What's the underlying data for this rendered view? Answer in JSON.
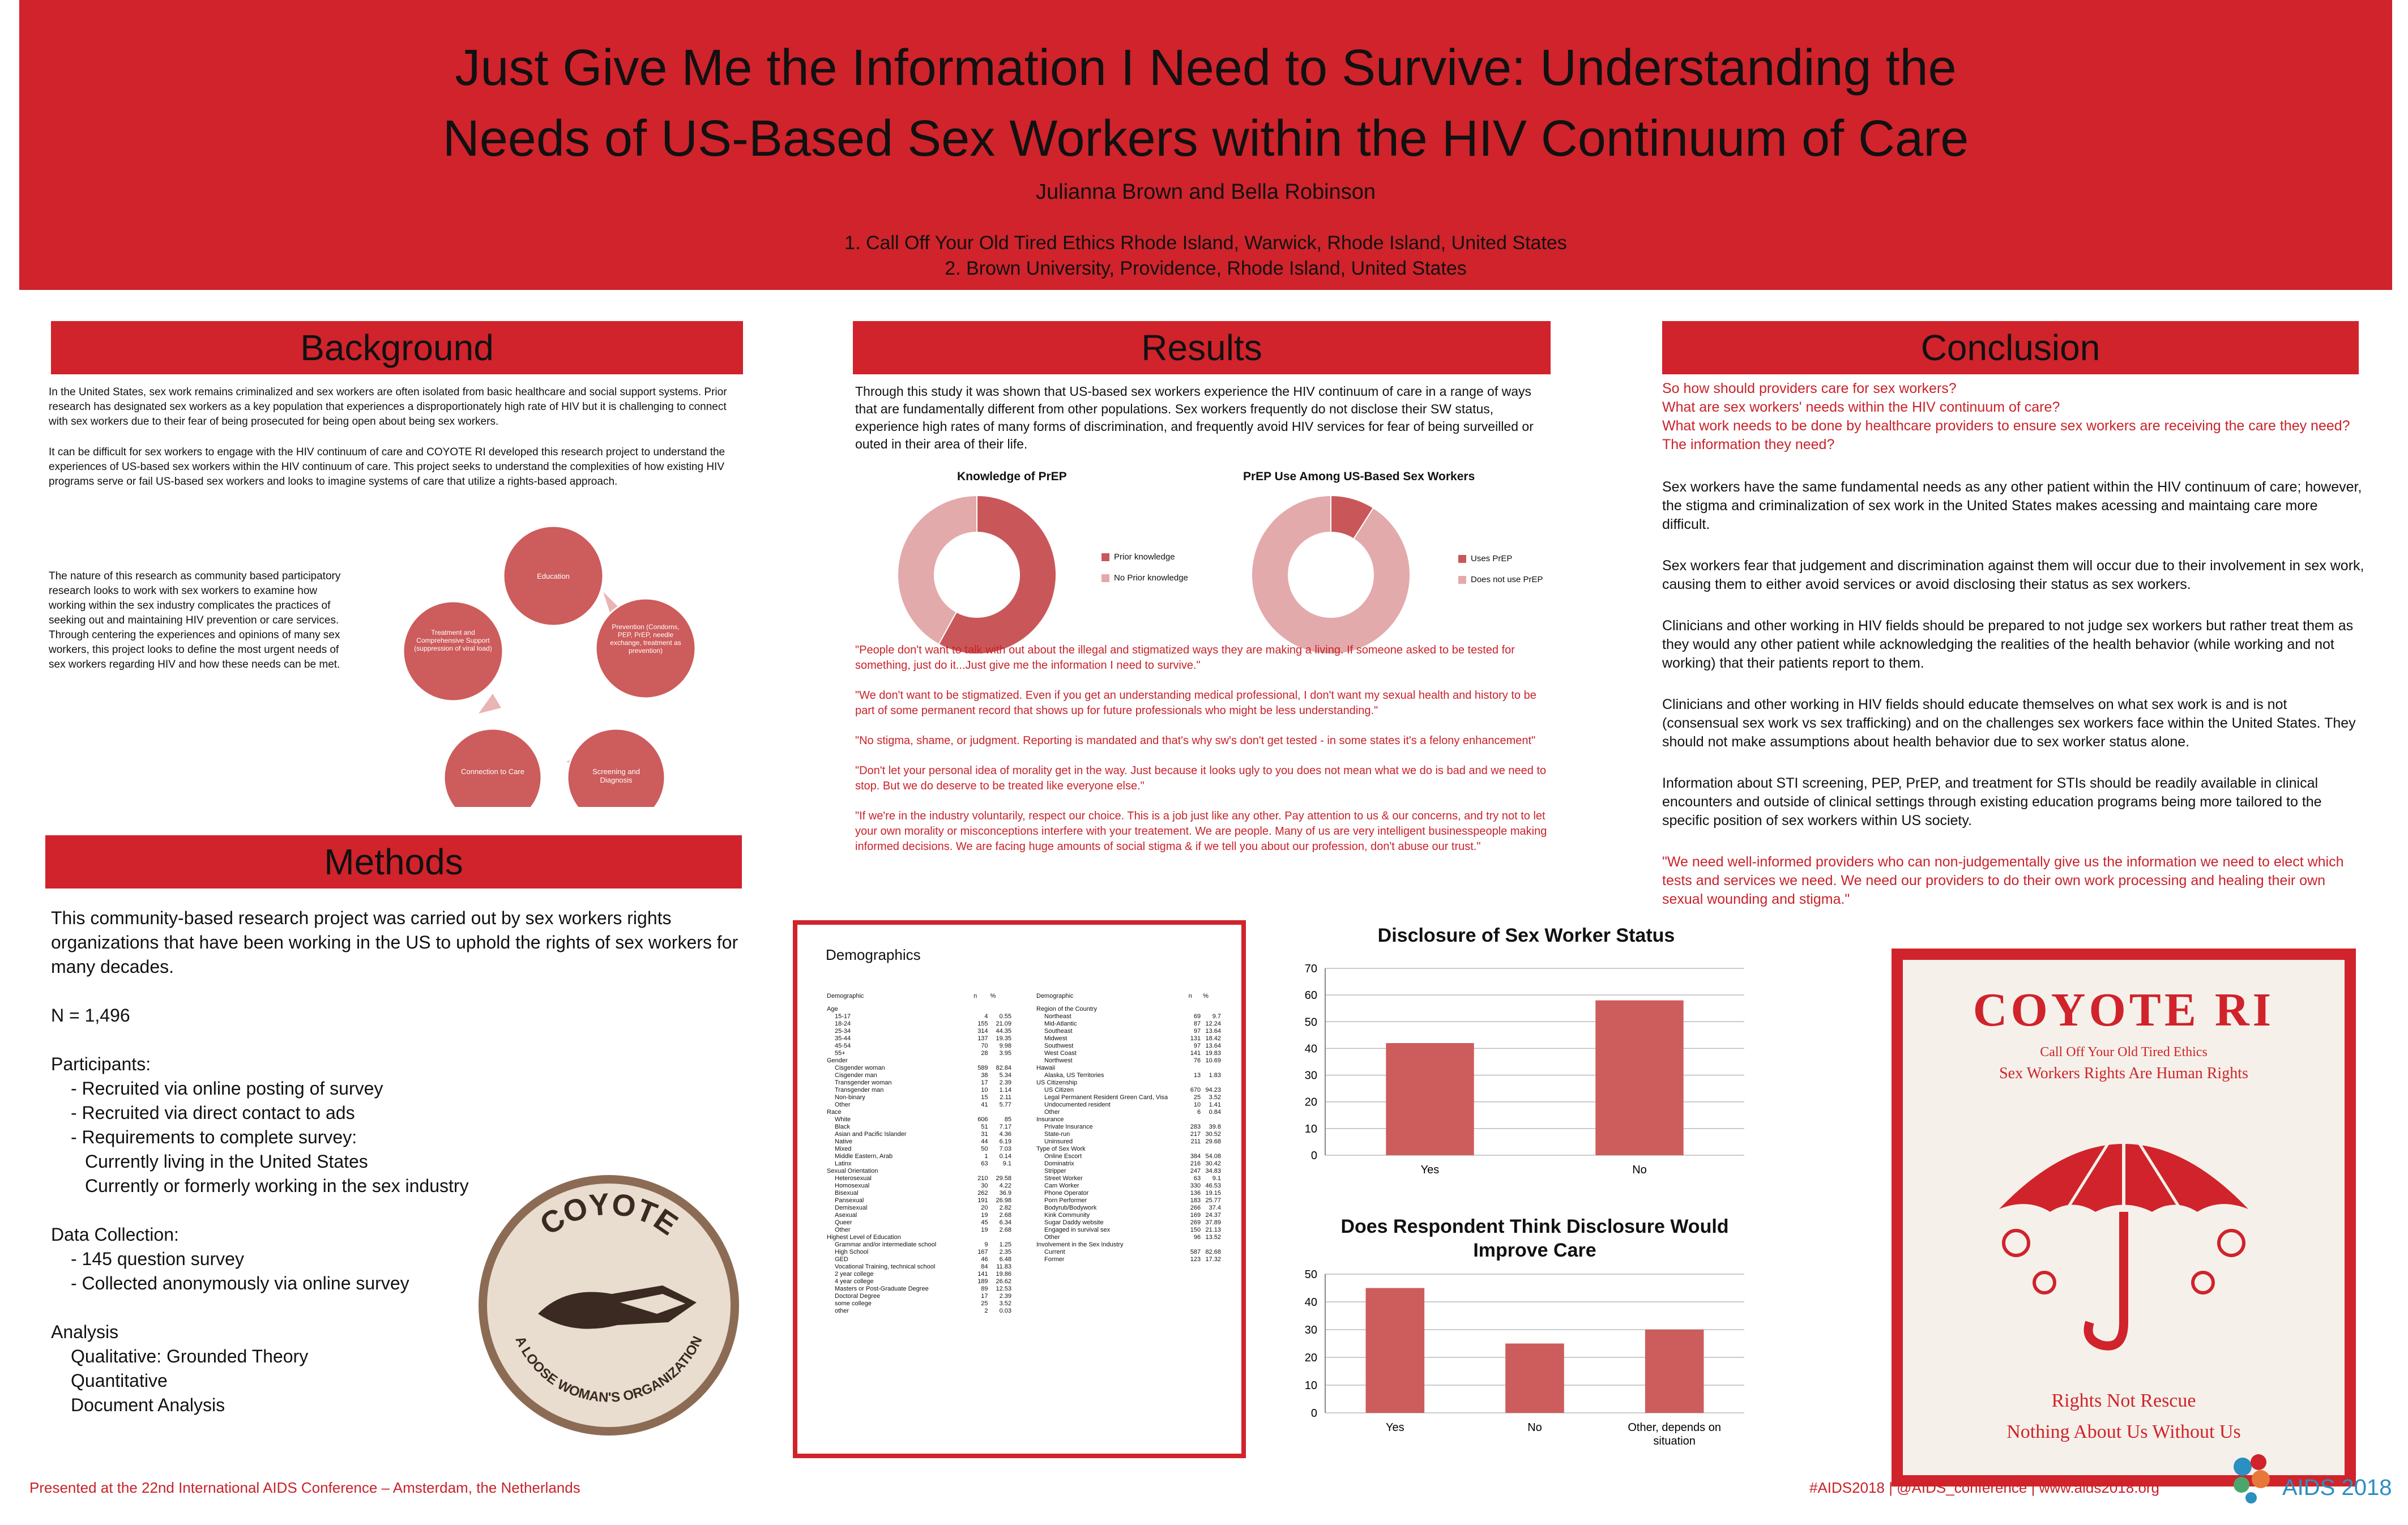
{
  "header": {
    "title_line1": "Just Give Me the Information I Need to Survive: Understanding the",
    "title_line2": "Needs of US-Based Sex Workers within the HIV Continuum of Care",
    "authors": "Julianna Brown and Bella Robinson",
    "affiliation1": "1. Call Off Your Old Tired Ethics Rhode Island, Warwick, Rhode Island, United States",
    "affiliation2": "2. Brown University, Providence, Rhode Island, United States"
  },
  "background": {
    "heading": "Background",
    "p1": "In the United States, sex work remains criminalized and sex workers are often isolated from basic healthcare and social support systems. Prior research has designated sex workers as a key population that experiences a disproportionately high rate of HIV but it is challenging to connect with sex workers due to their fear of being prosecuted for being open about being sex workers.",
    "p2": "It can be difficult for sex workers to engage with the HIV continuum of care and COYOTE RI developed this research project to understand the experiences of US-based sex workers within the HIV continuum of care. This project seeks to understand the complexities of how existing HIV programs serve or fail US-based sex workers and looks to imagine systems of care that utilize a rights-based approach.",
    "p3": "The nature of this research as community based participatory research looks to work with sex workers to examine how working within the sex industry complicates the practices of seeking out and maintaining HIV prevention or care services. Through centering the experiences and opinions of many sex workers, this project looks to define the most urgent needs of sex workers regarding HIV and how these needs can be met.",
    "cycle": {
      "education": "Education",
      "prevention": "Prevention (Condoms, PEP, PrEP, needle exchange, treatment as prevention)",
      "screening": "Screening and Diagnosis",
      "connection": "Connection to Care",
      "treatment": "Treatment and Comprehensive Support (suppression of viral load)"
    }
  },
  "methods": {
    "heading": "Methods",
    "intro": "This community-based research project was carried out by sex workers rights organizations that have been working in the US to uphold the rights of sex workers for many decades.",
    "n": "N = 1,496",
    "participants_label": "Participants:",
    "participants": [
      "- Recruited via online posting of survey",
      "- Recruited via direct contact to ads",
      "- Requirements to complete survey:",
      "Currently living in the United States",
      "Currently or formerly working in the sex industry"
    ],
    "data_label": "Data Collection:",
    "data": [
      "- 145 question survey",
      "- Collected anonymously via online survey"
    ],
    "analysis_label": "Analysis",
    "analysis": [
      "Qualitative: Grounded Theory",
      "Quantitative",
      "Document Analysis"
    ],
    "badge_top": "COYOTE",
    "badge_bottom": "A LOOSE WOMAN'S ORGANIZATION"
  },
  "results": {
    "heading": "Results",
    "intro": "Through this study it was shown that US-based sex workers experience the HIV continuum of care in a range of ways that are fundamentally different from other populations. Sex workers frequently do not disclose their SW status, experience high rates of many forms of discrimination, and frequently avoid HIV services for fear of being surveilled or outed in their area of their life.",
    "quotes": [
      "\"People don't want to talk with out about the illegal and stigmatized ways they are making a living. If someone asked to be tested for something, just do it...Just give me the information I need to survive.\"",
      "\"We don't want to be stigmatized. Even if you get an understanding medical professional, I don't want my sexual health and history to be part of some permanent record that shows up for future professionals who might be less understanding.\"",
      "\"No stigma, shame, or judgment. Reporting is mandated and that's why sw's don't get tested - in some states it's a felony enhancement\"",
      "\"Don't let your personal idea of morality get in the way.  Just because it looks ugly to you does not mean what we do is bad and we need to stop.  But we do deserve to be treated like everyone else.\"",
      "\"If we're in the industry voluntarily, respect our choice. This is a job just like any other. Pay attention to us & our concerns, and try not to let your own morality or misconceptions interfere with your treatement. We are people. Many of us are very intelligent businesspeople making informed decisions. We are facing huge amounts of social stigma & if we tell you about our profession, don't abuse our trust.\""
    ]
  },
  "conclusion": {
    "heading": "Conclusion",
    "questions": [
      "So how should providers care for sex workers?",
      "What are sex workers' needs within the HIV continuum of care?",
      "What work needs to be done by healthcare providers to ensure sex workers are receiving the care they need? The information they need?"
    ],
    "paras": [
      "Sex workers have the same fundamental needs as any other patient within the HIV continuum of care; however, the stigma and criminalization of sex work in the United States makes acessing and maintaing care more difficult.",
      "Sex workers fear that judgement and discrimination against them will occur due to their involvement in sex work, causing them to either avoid services or avoid disclosing their status as sex workers.",
      "Clinicians and other working in HIV fields should be prepared to not judge sex workers but rather treat them as they would any other patient while acknowledging the realities of the health behavior (while working and not working) that their patients report to them.",
      "Clinicians and other working in HIV fields should educate themselves on what sex work is and is not (consensual sex work vs sex trafficking) and on the challenges sex workers face within the United States.  They should not make assumptions about health behavior due to sex worker status alone.",
      "Information about STI screening, PEP, PrEP, and treatment for STIs should be readily available in clinical encounters and outside of clinical settings through existing education programs being more tailored to the specific position of sex workers within US society."
    ],
    "quote": "\"We need well-informed providers who can non-judgementally give us the information we need to elect which tests and services we need. We need our providers to do their own work processing and healing their own sexual wounding and stigma.\""
  },
  "logo": {
    "name": "COYOTE RI",
    "line1": "Call Off Your Old Tired Ethics",
    "line2": "Sex Workers Rights Are Human Rights",
    "line3": "Rights Not Rescue",
    "line4": "Nothing About Us Without Us"
  },
  "demographics": {
    "title": "Demographics",
    "col_headers": [
      "Demographic",
      "n",
      "%"
    ],
    "left": [
      [
        "Age",
        "",
        ""
      ],
      [
        "15-17",
        "4",
        "0.55"
      ],
      [
        "18-24",
        "155",
        "21.09"
      ],
      [
        "25-34",
        "314",
        "44.35"
      ],
      [
        "35-44",
        "137",
        "19.35"
      ],
      [
        "45-54",
        "70",
        "9.98"
      ],
      [
        "55+",
        "28",
        "3.95"
      ],
      [
        "Gender",
        "",
        ""
      ],
      [
        "Cisgender woman",
        "589",
        "82.84"
      ],
      [
        "Cisgender man",
        "38",
        "5.34"
      ],
      [
        "Transgender woman",
        "17",
        "2.39"
      ],
      [
        "Transgender man",
        "10",
        "1.14"
      ],
      [
        "Non-binary",
        "15",
        "2.11"
      ],
      [
        "Other",
        "41",
        "5.77"
      ],
      [
        "Race",
        "",
        ""
      ],
      [
        "White",
        "606",
        "85"
      ],
      [
        "Black",
        "51",
        "7.17"
      ],
      [
        "Asian and Pacific Islander",
        "31",
        "4.36"
      ],
      [
        "Native",
        "44",
        "6.19"
      ],
      [
        "Mixed",
        "50",
        "7.03"
      ],
      [
        "Middle Eastern, Arab",
        "1",
        "0.14"
      ],
      [
        "Latinx",
        "63",
        "9.1"
      ],
      [
        "Sexual Orientation",
        "",
        ""
      ],
      [
        "Heterosexual",
        "210",
        "29.58"
      ],
      [
        "Homosexual",
        "30",
        "4.22"
      ],
      [
        "Bisexual",
        "262",
        "36.9"
      ],
      [
        "Pansexual",
        "191",
        "26.98"
      ],
      [
        "Demisexual",
        "20",
        "2.82"
      ],
      [
        "Asexual",
        "19",
        "2.68"
      ],
      [
        "Queer",
        "45",
        "6.34"
      ],
      [
        "Other",
        "19",
        "2.68"
      ],
      [
        "Highest Level of Education",
        "",
        ""
      ],
      [
        "Grammar and/or intermediate school",
        "9",
        "1.25"
      ],
      [
        "High School",
        "167",
        "2.35"
      ],
      [
        "GED",
        "46",
        "6.48"
      ],
      [
        "Vocational Training, technical school",
        "84",
        "11.83"
      ],
      [
        "2 year college",
        "141",
        "19.86"
      ],
      [
        "4 year college",
        "189",
        "26.62"
      ],
      [
        "Masters or Post-Graduate Degree",
        "89",
        "12.53"
      ],
      [
        "Doctoral Degree",
        "17",
        "2.39"
      ],
      [
        "some college",
        "25",
        "3.52"
      ],
      [
        "other",
        "2",
        "0.03"
      ]
    ],
    "right": [
      [
        "Region of the Country",
        "",
        ""
      ],
      [
        "Northeast",
        "69",
        "9.7"
      ],
      [
        "Mid-Atlantic",
        "87",
        "12.24"
      ],
      [
        "Southeast",
        "97",
        "13.64"
      ],
      [
        "Midwest",
        "131",
        "18.42"
      ],
      [
        "Southwest",
        "97",
        "13.64"
      ],
      [
        "West Coast",
        "141",
        "19.83"
      ],
      [
        "Northwest",
        "76",
        "10.69"
      ],
      [
        "Hawaii",
        "",
        ""
      ],
      [
        "Alaska, US Territories",
        "13",
        "1.83"
      ],
      [
        "US Citizenship",
        "",
        ""
      ],
      [
        "US Citizen",
        "670",
        "94.23"
      ],
      [
        "Legal Permanent Resident Green Card, Visa",
        "25",
        "3.52"
      ],
      [
        "Undocumented resident",
        "10",
        "1.41"
      ],
      [
        "Other",
        "6",
        "0.84"
      ],
      [
        "Insurance",
        "",
        ""
      ],
      [
        "Private Insurance",
        "283",
        "39.8"
      ],
      [
        "State-run",
        "217",
        "30.52"
      ],
      [
        "Uninsured",
        "211",
        "29.68"
      ],
      [
        "Type of Sex Work",
        "",
        ""
      ],
      [
        "Online Escort",
        "384",
        "54.08"
      ],
      [
        "Dominatrix",
        "216",
        "30.42"
      ],
      [
        "Stripper",
        "247",
        "34.83"
      ],
      [
        "Street Worker",
        "63",
        "9.1"
      ],
      [
        "Cam Worker",
        "330",
        "46.53"
      ],
      [
        "Phone Operator",
        "136",
        "19.15"
      ],
      [
        "Porn Performer",
        "183",
        "25.77"
      ],
      [
        "Bodyrub/Bodywork",
        "266",
        "37.4"
      ],
      [
        "Kink Community",
        "169",
        "24.37"
      ],
      [
        "Sugar Daddy website",
        "269",
        "37.89"
      ],
      [
        "Engaged in survival sex",
        "150",
        "21.13"
      ],
      [
        "Other",
        "96",
        "13.52"
      ],
      [
        "Involvement in the Sex Industry",
        "",
        ""
      ],
      [
        "Current",
        "587",
        "82.68"
      ],
      [
        "Former",
        "123",
        "17.32"
      ]
    ]
  },
  "footer": {
    "left": "Presented at the 22nd International AIDS Conference – Amsterdam, the Netherlands",
    "right": "#AIDS2018 | @AIDS_conference | www.aids2018.org",
    "conf": "AIDS 2018"
  },
  "chart_data": [
    {
      "type": "pie",
      "title": "Knowledge of PrEP",
      "categories": [
        "Prior knowledge",
        "No Prior knowledge"
      ],
      "values": [
        58,
        42
      ],
      "colors": [
        "#c9575a",
        "#e3aaab"
      ]
    },
    {
      "type": "pie",
      "title": "PrEP Use Among US-Based Sex Workers",
      "categories": [
        "Uses PrEP",
        "Does not use PrEP"
      ],
      "values": [
        9,
        91
      ],
      "colors": [
        "#c9575a",
        "#e3aaab"
      ]
    },
    {
      "type": "bar",
      "title": "Disclosure of Sex Worker Status",
      "categories": [
        "Yes",
        "No"
      ],
      "values": [
        42,
        58
      ],
      "ylim": [
        0,
        70
      ],
      "yticks": [
        0,
        10,
        20,
        30,
        40,
        50,
        60,
        70
      ],
      "color": "#cd5c5c"
    },
    {
      "type": "bar",
      "title": "Does Respondent Think Disclosure Would Improve Care",
      "categories": [
        "Yes",
        "No",
        "Other, depends on situation"
      ],
      "values": [
        45,
        25,
        30
      ],
      "ylim": [
        0,
        50
      ],
      "yticks": [
        0,
        10,
        20,
        30,
        40,
        50
      ],
      "color": "#cd5c5c"
    }
  ]
}
